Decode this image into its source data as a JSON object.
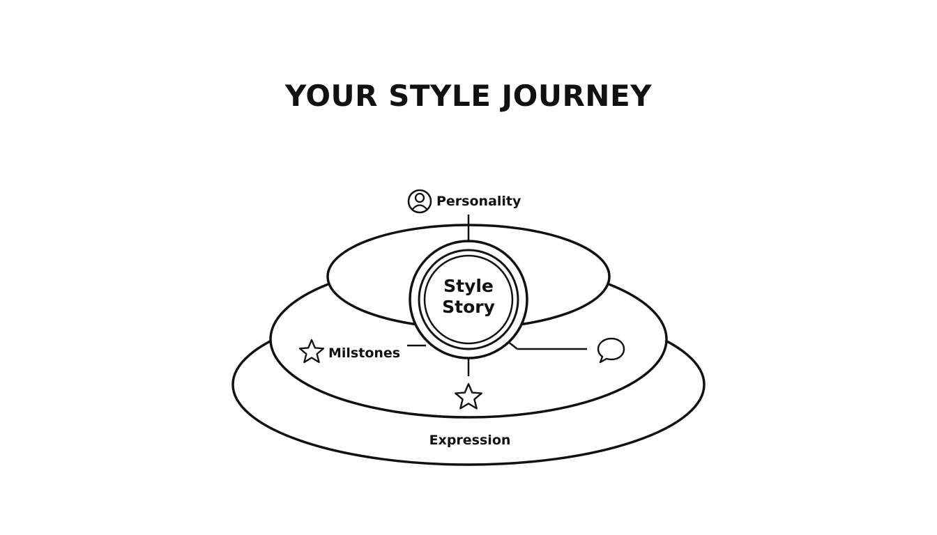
{
  "title": "YOUR STYLE JOURNEY",
  "center": {
    "line1": "Style",
    "line2": "Story"
  },
  "labels": {
    "top": "Personality",
    "left": "Milstones",
    "bottom": "Expression"
  },
  "icons": {
    "top": "person-circle-icon",
    "left": "star-icon",
    "bottom_center": "star-icon",
    "right": "speech-bubble-icon"
  },
  "colors": {
    "stroke": "#111111",
    "background": "#ffffff"
  }
}
